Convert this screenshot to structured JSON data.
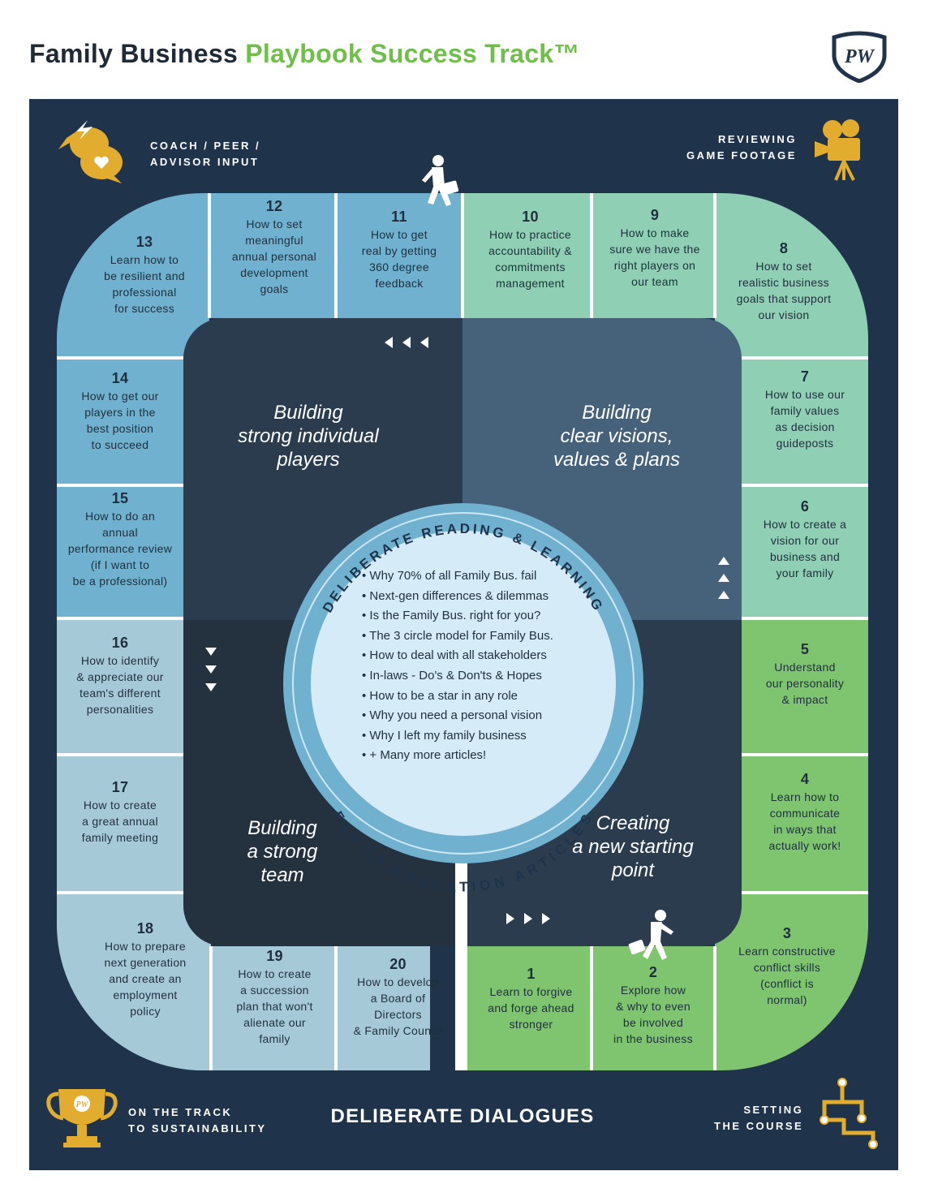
{
  "title": {
    "part1": "Family Business ",
    "part2": "Playbook Success Track™"
  },
  "colors": {
    "navy": "#1f334a",
    "blue": "#6fb1cf",
    "teal": "#8fcfb3",
    "green": "#7fc46e",
    "gray_blue": "#a6c9d8",
    "gold": "#e2ac2e"
  },
  "corners": {
    "top_left": [
      "COACH / PEER /",
      "ADVISOR INPUT"
    ],
    "top_right": [
      "REVIEWING",
      "GAME FOOTAGE"
    ],
    "bottom_left": [
      "ON THE TRACK",
      "TO SUSTAINABILITY"
    ],
    "bottom_right": [
      "SETTING",
      "THE COURSE"
    ]
  },
  "icons": {
    "top_left": "chat-bubbles-icon",
    "top_right": "film-camera-icon",
    "bottom_left": "trophy-icon",
    "bottom_right": "flowchart-icon",
    "logo": "pw-shield-logo",
    "runner": "runner-with-briefcase-icon"
  },
  "logo_text": "PW",
  "quadrants": {
    "top_left": "Building\nstrong individual\nplayers",
    "top_right": "Building\nclear visions,\nvalues & plans",
    "bottom_left": "Building\na strong\nteam",
    "bottom_right": "Creating\na new starting\npoint"
  },
  "ring_top": "DELIBERATE READING & LEARNING",
  "ring_bottom": "FAMILY EDUCATION ARTICLES",
  "articles": [
    "Why 70% of all Family Bus. fail",
    "Next-gen differences & dilemmas",
    "Is the Family Bus. right for you?",
    "The 3 circle model for Family Bus.",
    "How to deal with all stakeholders",
    "In-laws - Do's & Don'ts & Hopes",
    "How to be a star in any role",
    "Why you need a personal vision",
    "Why I left my family business",
    "+ Many more articles!"
  ],
  "steps": [
    {
      "num": "1",
      "text": "Learn to forgive\nand forge ahead\nstronger"
    },
    {
      "num": "2",
      "text": "Explore how\n& why to even\nbe involved\nin the business"
    },
    {
      "num": "3",
      "text": "Learn constructive\nconflict skills\n(conflict is\nnormal)"
    },
    {
      "num": "4",
      "text": "Learn how to\ncommunicate\nin ways that\nactually work!"
    },
    {
      "num": "5",
      "text": "Understand\nour personality\n& impact"
    },
    {
      "num": "6",
      "text": "How to create a\nvision for our\nbusiness and\nyour family"
    },
    {
      "num": "7",
      "text": "How to use our\nfamily values\nas decision\nguideposts"
    },
    {
      "num": "8",
      "text": "How to set\nrealistic business\ngoals that support\nour vision"
    },
    {
      "num": "9",
      "text": "How to make\nsure we have the\nright players on\nour team"
    },
    {
      "num": "10",
      "text": "How to practice\naccountability &\ncommitments\nmanagement"
    },
    {
      "num": "11",
      "text": "How to get\nreal by getting\n360 degree\nfeedback"
    },
    {
      "num": "12",
      "text": "How to set\nmeaningful\nannual personal\ndevelopment\ngoals"
    },
    {
      "num": "13",
      "text": "Learn how to\nbe resilient and\nprofessional\nfor success"
    },
    {
      "num": "14",
      "text": "How to get our\nplayers in the\nbest position\nto succeed"
    },
    {
      "num": "15",
      "text": "How to do an\nannual\nperformance review\n(if I want to\nbe a professional)"
    },
    {
      "num": "16",
      "text": "How to identify\n& appreciate our\nteam's different\npersonalities"
    },
    {
      "num": "17",
      "text": "How to create\na great annual\nfamily meeting"
    },
    {
      "num": "18",
      "text": "How to prepare\nnext generation\nand create an\nemployment\npolicy"
    },
    {
      "num": "19",
      "text": "How to create\na succession\nplan that won't\nalienate our\nfamily"
    },
    {
      "num": "20",
      "text": "How to develop\na Board of\nDirectors\n& Family Council"
    }
  ],
  "footer": "DELIBERATE DIALOGUES"
}
